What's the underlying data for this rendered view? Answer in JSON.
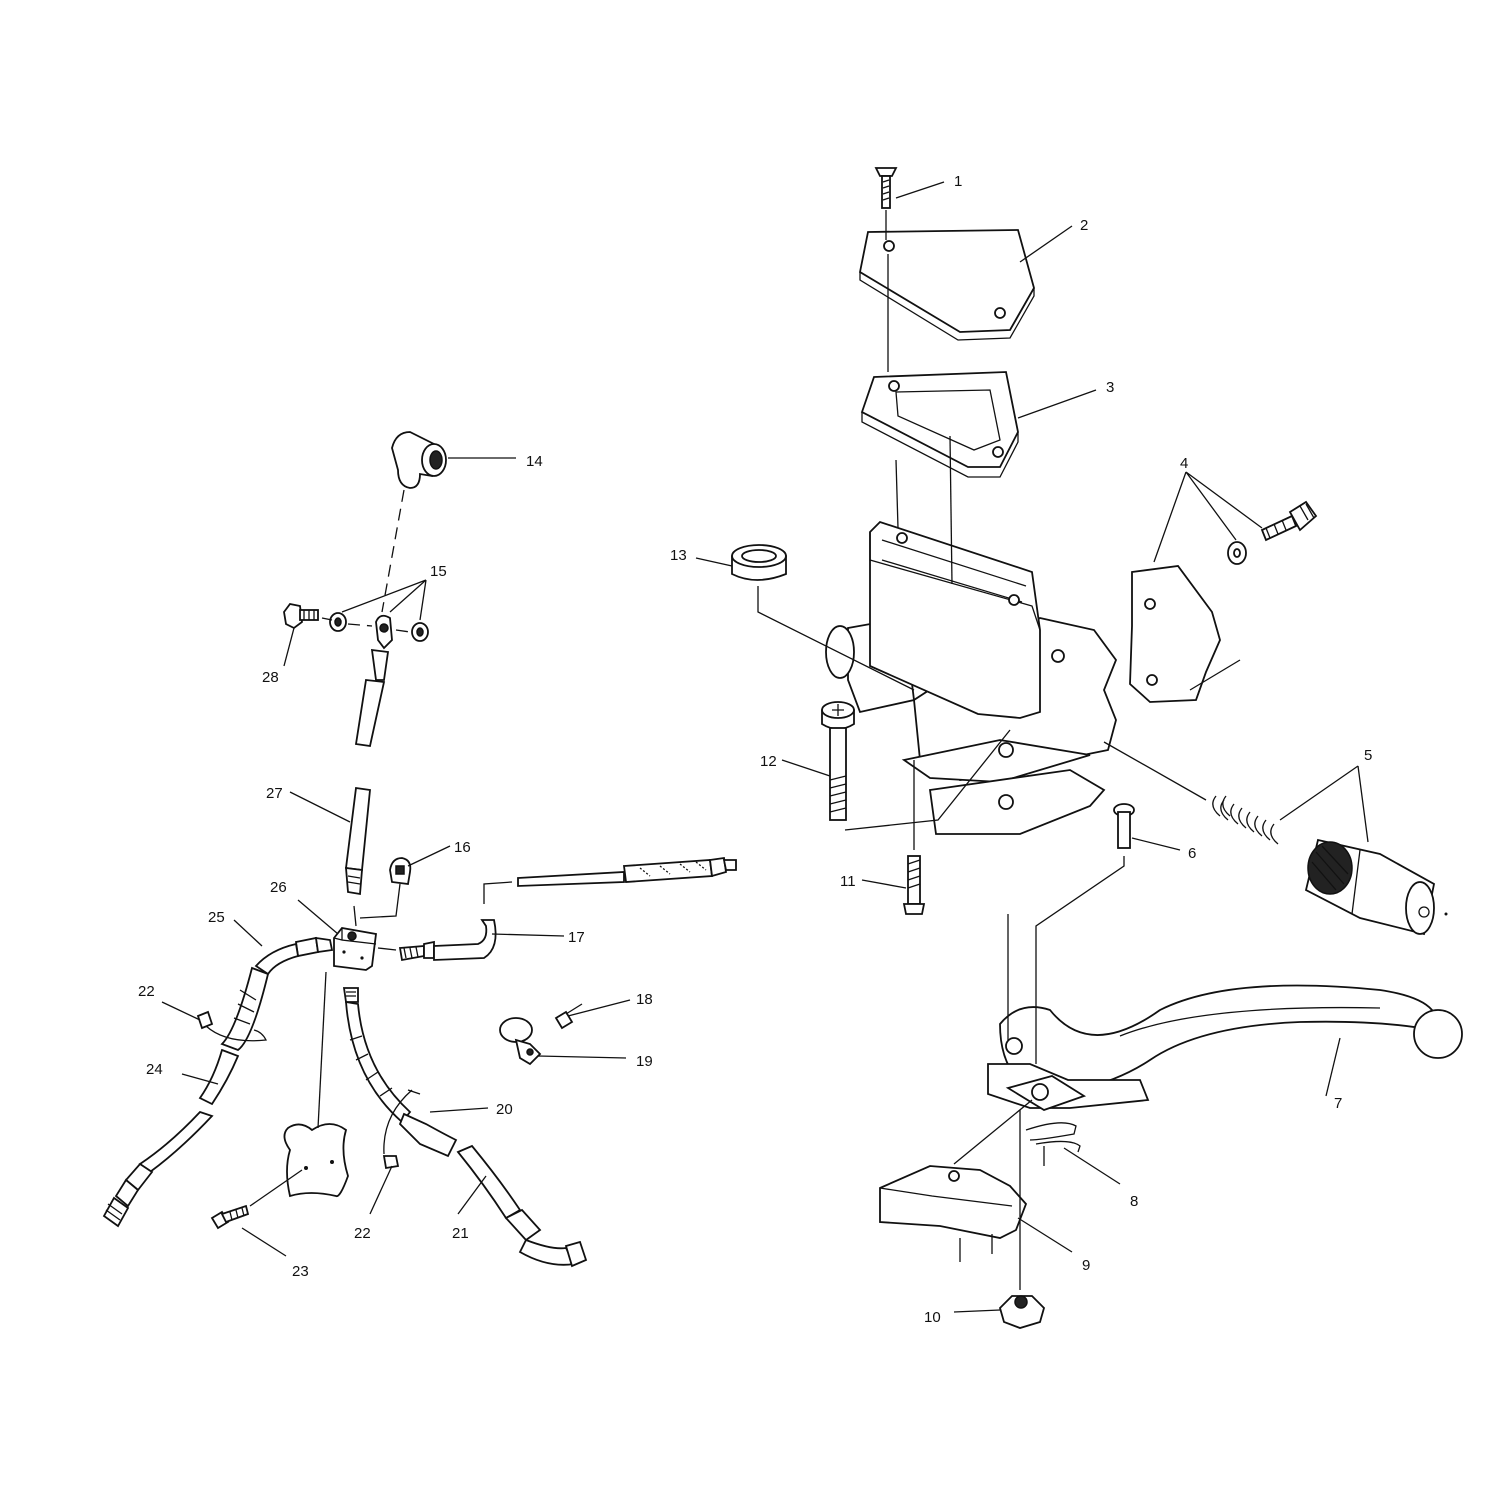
{
  "callouts": {
    "c1": "1",
    "c2": "2",
    "c3": "3",
    "c4": "4",
    "c5": "5",
    "c6": "6",
    "c7": "7",
    "c8": "8",
    "c9": "9",
    "c10": "10",
    "c11": "11",
    "c12": "12",
    "c13": "13",
    "c14": "14",
    "c15": "15",
    "c16": "16",
    "c17": "17",
    "c18": "18",
    "c19": "19",
    "c20": "20",
    "c21": "21",
    "c22a": "22",
    "c22b": "22",
    "c23": "23",
    "c24": "24",
    "c25": "25",
    "c26": "26",
    "c27": "27",
    "c28": "28"
  }
}
